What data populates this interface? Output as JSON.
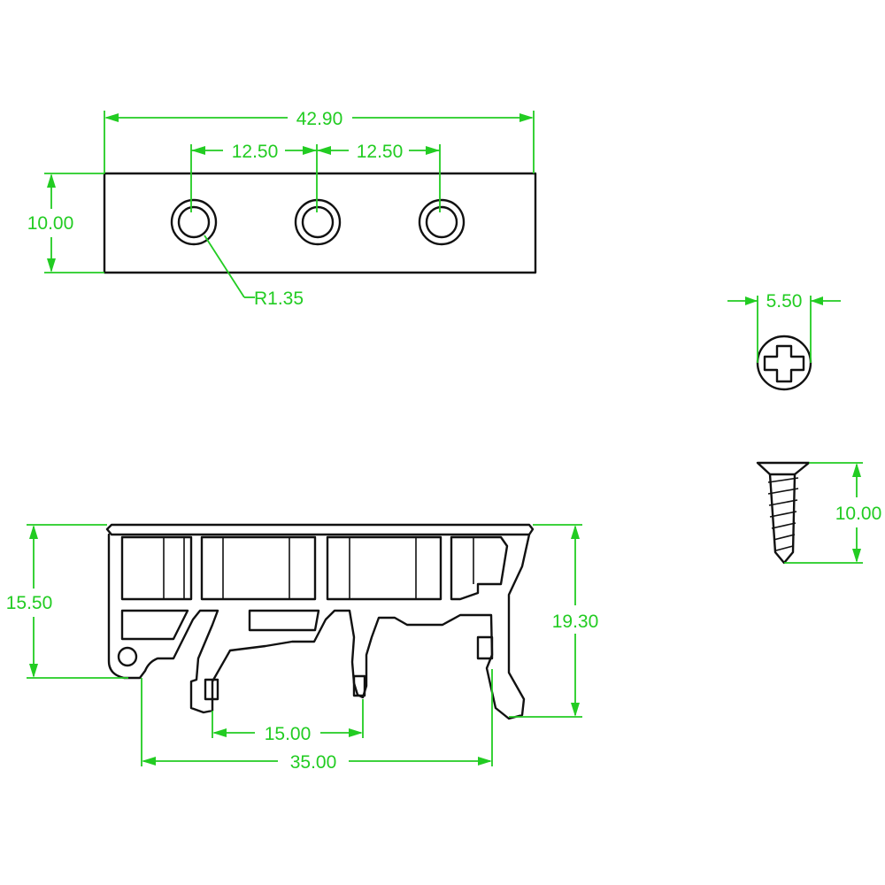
{
  "colors": {
    "part_outline": "#111111",
    "dimension": "#22cc22",
    "background": "#ffffff"
  },
  "top_view": {
    "overall_width": "42.90",
    "hole_spacing_left": "12.50",
    "hole_spacing_right": "12.50",
    "height": "10.00",
    "hole_radius": "R1.35"
  },
  "screw": {
    "head_diameter": "5.50",
    "length": "10.00"
  },
  "side_view": {
    "left_height": "15.50",
    "right_height": "19.30",
    "inner_span": "15.00",
    "rail_span": "35.00"
  }
}
